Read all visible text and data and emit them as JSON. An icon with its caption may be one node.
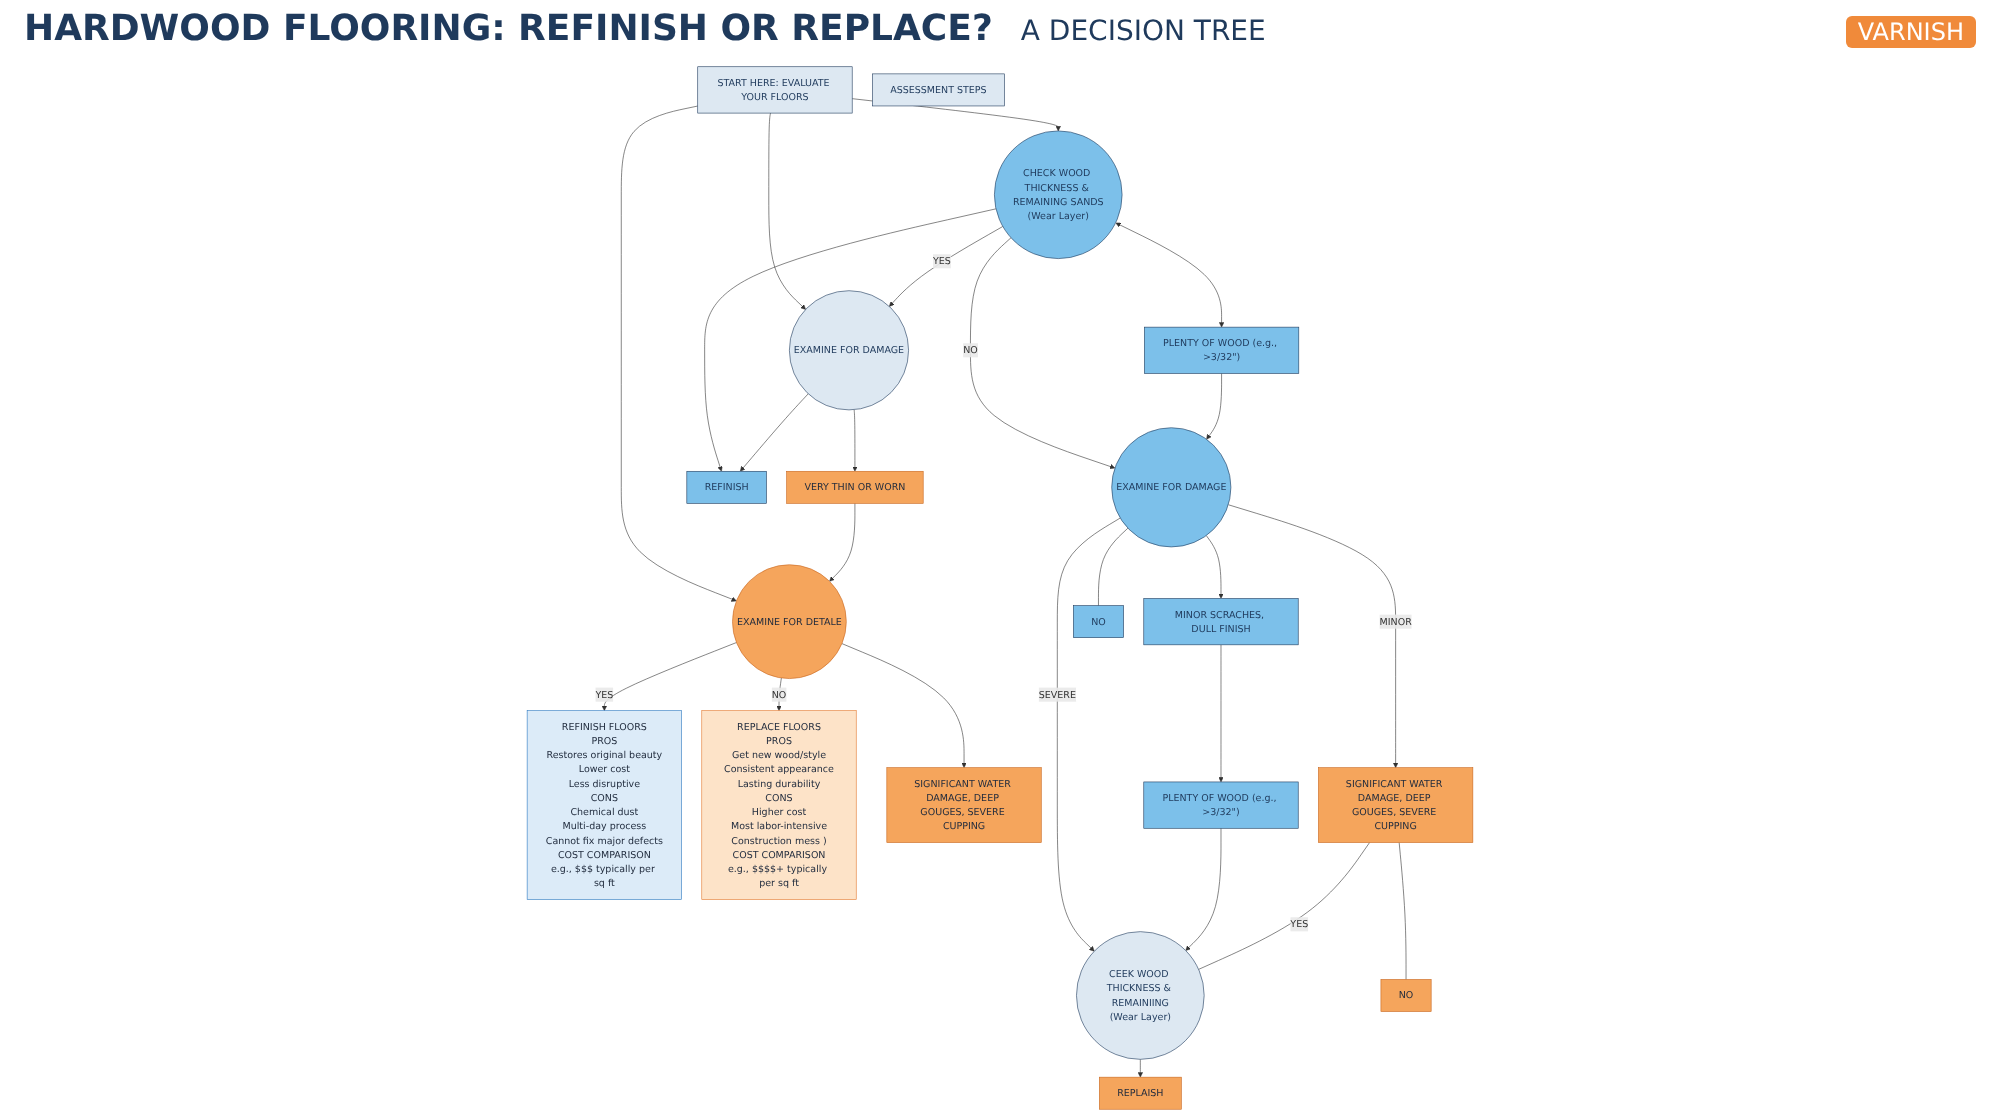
{
  "diagram": {
    "title": "HARDWOOD FLOORING: REFINISH OR REPLACE?",
    "caption": "A DECISION TREE",
    "nodes": [
      {
        "text": [
          "START HERE: EVALUATE YOUR FLOORS"
        ]
      },
      {
        "text": [
          "ASSESSMENT STEPS"
        ]
      },
      {
        "text": [
          "CHECK WOOD THICKNESS & REMAINING SANDS",
          "(Wear Layer)"
        ]
      },
      {
        "text": [
          "EXAMINE FOR DAMAGE"
        ]
      },
      {
        "text": [
          "VERY THIN OR WORN"
        ]
      },
      {
        "text": [
          "EXAMINE FOR DETALE"
        ]
      },
      {
        "text": [
          "PLENTY OF WOOD (e.g., >3/32\")"
        ]
      },
      {
        "text": [
          "REFINISH"
        ]
      },
      {
        "text": [
          "SIGNIFICANT WATER DAMAGE, DEEP GOUGES, SEVERE CUPPING"
        ]
      },
      {
        "text": [
          "EXAMINE FOR DAMAGE"
        ]
      },
      {
        "text": [
          "MINOR SCRACHES, DULL FINISH"
        ]
      },
      {
        "text": [
          "NO"
        ]
      },
      {
        "text": [
          "SIGNIFICANT WATER DAMAGE, DEEP GOUGES, SEVERE CUPPING"
        ]
      },
      {
        "text": [
          "PLENTY OF WOOD (e.g., >3/32\")"
        ]
      },
      {
        "text": [
          "CEEK WOOD THICKNESS & REMAINIING",
          "(Wear Layer)"
        ]
      },
      {
        "text": [
          "NO"
        ]
      },
      {
        "text": [
          "REPLAISH"
        ]
      },
      {
        "text": [
          "REFINISH FLOORS",
          "PROS",
          "Restores original beauty",
          "Lower cost",
          "Less disruptive",
          "CONS",
          "Chemical dust",
          "Multi-day process",
          "Cannot fix major defects",
          "COST COMPARISON",
          "e.g., $$$ typically per sq ft"
        ]
      },
      {
        "text": [
          "REPLACE FLOORS",
          "PROS",
          "Get new wood/style",
          "Consistent appearance",
          "Lasting durability",
          "CONS",
          "Higher cost",
          "Most labor-intensive",
          "Construction mess )",
          "COST COMPARISON",
          "e.g., $$$$+ typically per sq ft"
        ]
      }
    ],
    "edges": [
      {
        "from": 0,
        "to": 2,
        "arrow": "to"
      },
      {
        "from": 0,
        "to": 3,
        "arrow": "to"
      },
      {
        "from": 0,
        "to": 5,
        "arrow": "to"
      },
      {
        "from": 2,
        "to": 3,
        "arrow": "to",
        "label": "YES"
      },
      {
        "from": 2,
        "to": 6,
        "arrow": "both"
      },
      {
        "from": 2,
        "to": 7,
        "arrow": "to"
      },
      {
        "from": 3,
        "to": 7,
        "arrow": "to"
      },
      {
        "from": 2,
        "to": 9,
        "arrow": "to",
        "label": "NO"
      },
      {
        "from": 6,
        "to": 9,
        "arrow": "to"
      },
      {
        "from": 3,
        "to": 4,
        "arrow": "to"
      },
      {
        "from": 4,
        "to": 5,
        "arrow": "to"
      },
      {
        "from": 5,
        "to": 8,
        "arrow": "to"
      },
      {
        "from": 5,
        "to": 17,
        "arrow": "to",
        "label": "YES"
      },
      {
        "from": 5,
        "to": 18,
        "arrow": "to",
        "label": "NO"
      },
      {
        "from": 9,
        "to": 10,
        "arrow": "to"
      },
      {
        "from": 9,
        "to": 11,
        "arrow": "none"
      },
      {
        "from": 9,
        "to": 12,
        "arrow": "to",
        "label": "MINOR"
      },
      {
        "from": 9,
        "to": 14,
        "arrow": "to",
        "label": "SEVERE"
      },
      {
        "from": 10,
        "to": 13,
        "arrow": "to"
      },
      {
        "from": 13,
        "to": 14,
        "arrow": "to"
      },
      {
        "from": 12,
        "to": 14,
        "arrow": "none",
        "label": "YES"
      },
      {
        "from": 12,
        "to": 15,
        "arrow": "none"
      },
      {
        "from": 14,
        "to": 16,
        "arrow": "to"
      }
    ],
    "labels": [
      "VARNISH"
    ]
  }
}
